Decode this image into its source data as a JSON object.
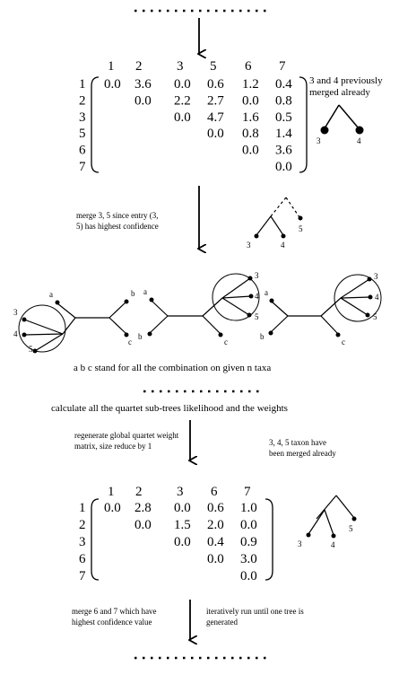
{
  "matrix1": {
    "col_headers": [
      "1",
      "2",
      "3",
      "5",
      "6",
      "7"
    ],
    "rows": [
      {
        "label": "1",
        "cells": [
          "0.0",
          "3.6",
          "0.0",
          "0.6",
          "1.2",
          "0.4"
        ]
      },
      {
        "label": "2",
        "cells": [
          "",
          "0.0",
          "2.2",
          "2.7",
          "0.0",
          "0.8"
        ]
      },
      {
        "label": "3",
        "cells": [
          "",
          "",
          "0.0",
          "4.7",
          "1.6",
          "0.5"
        ]
      },
      {
        "label": "5",
        "cells": [
          "",
          "",
          "",
          "0.0",
          "0.8",
          "1.4"
        ]
      },
      {
        "label": "6",
        "cells": [
          "",
          "",
          "",
          "",
          "0.0",
          "3.6"
        ]
      },
      {
        "label": "7",
        "cells": [
          "",
          "",
          "",
          "",
          "",
          "0.0"
        ]
      }
    ]
  },
  "matrix2": {
    "col_headers": [
      "1",
      "2",
      "3",
      "6",
      "7"
    ],
    "rows": [
      {
        "label": "1",
        "cells": [
          "0.0",
          "2.8",
          "0.0",
          "0.6",
          "1.0"
        ]
      },
      {
        "label": "2",
        "cells": [
          "",
          "0.0",
          "1.5",
          "2.0",
          "0.0"
        ]
      },
      {
        "label": "3",
        "cells": [
          "",
          "",
          "0.0",
          "0.4",
          "0.9"
        ]
      },
      {
        "label": "6",
        "cells": [
          "",
          "",
          "",
          "0.0",
          "3.0"
        ]
      },
      {
        "label": "7",
        "cells": [
          "",
          "",
          "",
          "",
          "0.0"
        ]
      }
    ]
  },
  "notes": {
    "merged_previously": [
      "3 and 4 previously",
      "merged already"
    ],
    "merge35": [
      "merge 3, 5 since entry (3,",
      "5) has highest confidence"
    ],
    "abc_caption": "a b c stand for all the combination on given n taxa",
    "calc_caption": "calculate all the quartet sub-trees likelihood and the weights",
    "regenerate": [
      "regenerate global quartet weight",
      "matrix, size reduce by 1"
    ],
    "taxa_merged": [
      "3, 4, 5 taxon have",
      "been merged already"
    ],
    "merge67": [
      "merge 6 and 7 which have",
      "highest confidence value"
    ],
    "iterate": [
      "iteratively run until one tree is",
      "generated"
    ]
  },
  "tree_labels": {
    "tree1": [
      "3",
      "4"
    ],
    "tree2": [
      "3",
      "4",
      "5"
    ],
    "quartet1": [
      "a",
      "3",
      "4",
      "5",
      "b",
      "c"
    ],
    "quartet2": [
      "a",
      "b",
      "3",
      "4",
      "5",
      "c"
    ],
    "quartet3": [
      "a",
      "b",
      "3",
      "4",
      "5",
      "c"
    ],
    "tree3": [
      "3",
      "4",
      "5"
    ]
  }
}
